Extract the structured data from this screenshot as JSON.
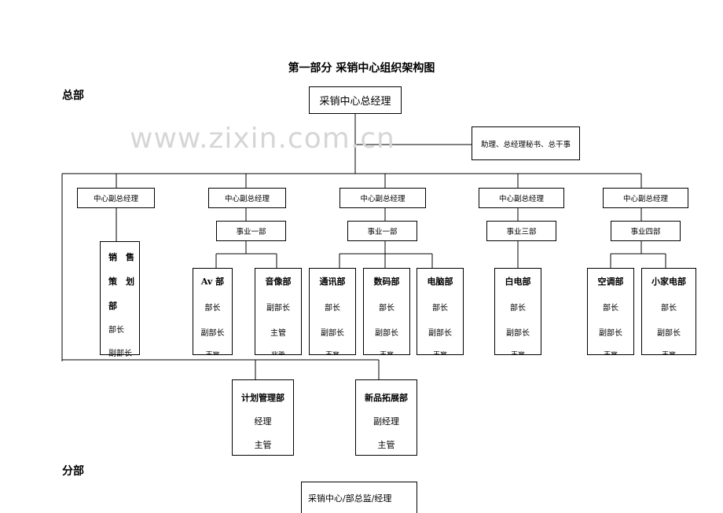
{
  "title": "第一部分  采销中心组织架构图",
  "sections": {
    "hq": "总部",
    "branch": "分部"
  },
  "watermark": "www.zixin.com.cn",
  "top": {
    "gm": "采销中心总经理",
    "assistant": "助理、总经理秘书、总干事"
  },
  "vgm_label": "中心副总经理",
  "divisions": [
    "事业一部",
    "事业一部",
    "事业三部",
    "事业四部"
  ],
  "sales_planning": {
    "name_lines": [
      "销　售",
      "策　划",
      "部"
    ],
    "roles": [
      "部长",
      "副部长"
    ]
  },
  "departments": [
    {
      "name": "Av 部",
      "roles": [
        "部长",
        "副部长"
      ],
      "cut": "主管"
    },
    {
      "name": "音像部",
      "roles": [
        "副部长",
        "主管"
      ],
      "cut": "业务"
    },
    {
      "name": "通讯部",
      "roles": [
        "部长",
        "副部长"
      ],
      "cut": "主管"
    },
    {
      "name": "数码部",
      "roles": [
        "部长",
        "副部长"
      ],
      "cut": "主管"
    },
    {
      "name": "电脑部",
      "roles": [
        "部长",
        "副部长"
      ],
      "cut": "主管"
    },
    {
      "name": "白电部",
      "roles": [
        "部长",
        "副部长"
      ],
      "cut": "主管"
    },
    {
      "name": "空调部",
      "roles": [
        "部长",
        "副部长"
      ],
      "cut": "主管"
    },
    {
      "name": "小家电部",
      "roles": [
        "部长",
        "副部长"
      ],
      "cut": "主管"
    }
  ],
  "bottom": [
    {
      "name": "计划管理部",
      "roles": [
        "经理",
        "主管"
      ]
    },
    {
      "name": "新品拓展部",
      "roles": [
        "副经理",
        "主管"
      ]
    }
  ],
  "branch_head": "采销中心/部总监/经理"
}
